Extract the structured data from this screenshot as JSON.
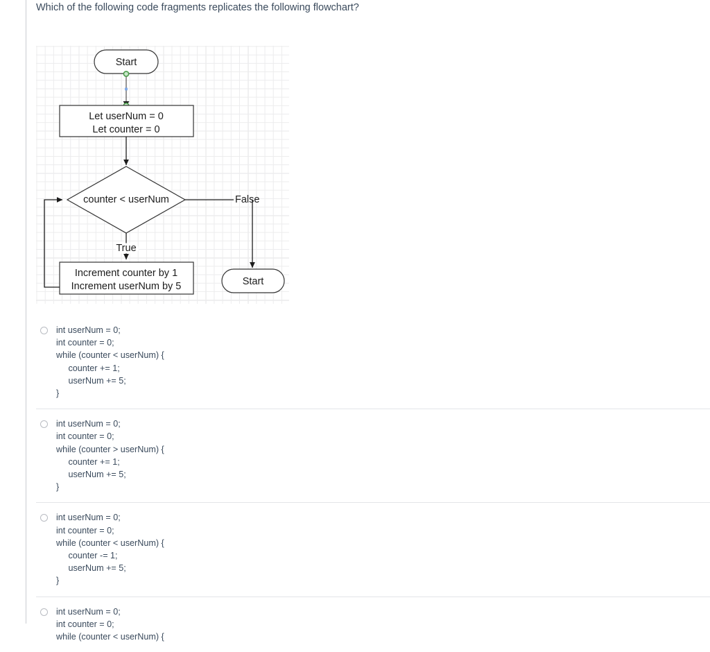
{
  "question": {
    "prompt": "Which of the following code fragments replicates the following flowchart?"
  },
  "flowchart": {
    "nodes": {
      "start_label": "Start",
      "init_line1": "Let userNum = 0",
      "init_line2": "Let counter = 0",
      "decision_label": "counter < userNum",
      "body_line1": "Increment counter by 1",
      "body_line2": "Increment userNum by 5",
      "end_label": "Start"
    },
    "edge_labels": {
      "false_label": "False",
      "true_label": "True"
    }
  },
  "options": [
    {
      "id": "option-a",
      "selected": false,
      "code": "int userNum = 0;\nint counter = 0;\nwhile (counter < userNum) {\n     counter += 1;\n     userNum += 5;\n}"
    },
    {
      "id": "option-b",
      "selected": false,
      "code": "int userNum = 0;\nint counter = 0;\nwhile (counter > userNum) {\n     counter += 1;\n     userNum += 5;\n}"
    },
    {
      "id": "option-c",
      "selected": false,
      "code": "int userNum = 0;\nint counter = 0;\nwhile (counter < userNum) {\n     counter -= 1;\n     userNum += 5;\n}"
    },
    {
      "id": "option-d",
      "selected": false,
      "code": "int userNum = 0;\nint counter = 0;\nwhile (counter < userNum) {"
    }
  ]
}
